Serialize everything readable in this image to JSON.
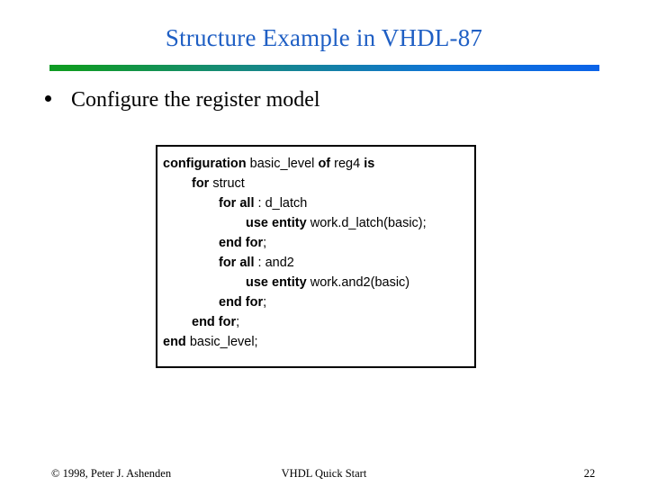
{
  "slide": {
    "title": "Structure Example in VHDL-87",
    "title_color": "#1f5fc4",
    "rule_color_start": "#0f9b24",
    "rule_color_end": "#0b63e8",
    "background": "#ffffff"
  },
  "body": {
    "bullet_marker": "•",
    "bullet_text": "Configure the register model"
  },
  "code": {
    "lines": [
      {
        "indent": 0,
        "segments": [
          {
            "text": "configuration ",
            "bold": true
          },
          {
            "text": "basic_level ",
            "bold": false
          },
          {
            "text": "of ",
            "bold": true
          },
          {
            "text": "reg4 ",
            "bold": false
          },
          {
            "text": "is",
            "bold": true
          }
        ]
      },
      {
        "indent": 1,
        "segments": [
          {
            "text": "for ",
            "bold": true
          },
          {
            "text": "struct",
            "bold": false
          }
        ]
      },
      {
        "indent": 2,
        "segments": [
          {
            "text": "for all ",
            "bold": true
          },
          {
            "text": ": d_latch",
            "bold": false
          }
        ]
      },
      {
        "indent": 3,
        "segments": [
          {
            "text": "use entity ",
            "bold": true
          },
          {
            "text": "work.d_latch(basic);",
            "bold": false
          }
        ]
      },
      {
        "indent": 2,
        "segments": [
          {
            "text": "end for",
            "bold": true
          },
          {
            "text": ";",
            "bold": false
          }
        ]
      },
      {
        "indent": 2,
        "segments": [
          {
            "text": "for all ",
            "bold": true
          },
          {
            "text": ": and2",
            "bold": false
          }
        ]
      },
      {
        "indent": 3,
        "segments": [
          {
            "text": "use entity ",
            "bold": true
          },
          {
            "text": "work.and2(basic)",
            "bold": false
          }
        ]
      },
      {
        "indent": 2,
        "segments": [
          {
            "text": "end for",
            "bold": true
          },
          {
            "text": ";",
            "bold": false
          }
        ]
      },
      {
        "indent": 1,
        "segments": [
          {
            "text": "end for",
            "bold": true
          },
          {
            "text": ";",
            "bold": false
          }
        ]
      },
      {
        "indent": 0,
        "segments": [
          {
            "text": "end ",
            "bold": true
          },
          {
            "text": "basic_level;",
            "bold": false
          }
        ]
      }
    ]
  },
  "footer": {
    "copyright": "© 1998, Peter J. Ashenden",
    "center": "VHDL Quick Start",
    "page_number": "22"
  }
}
